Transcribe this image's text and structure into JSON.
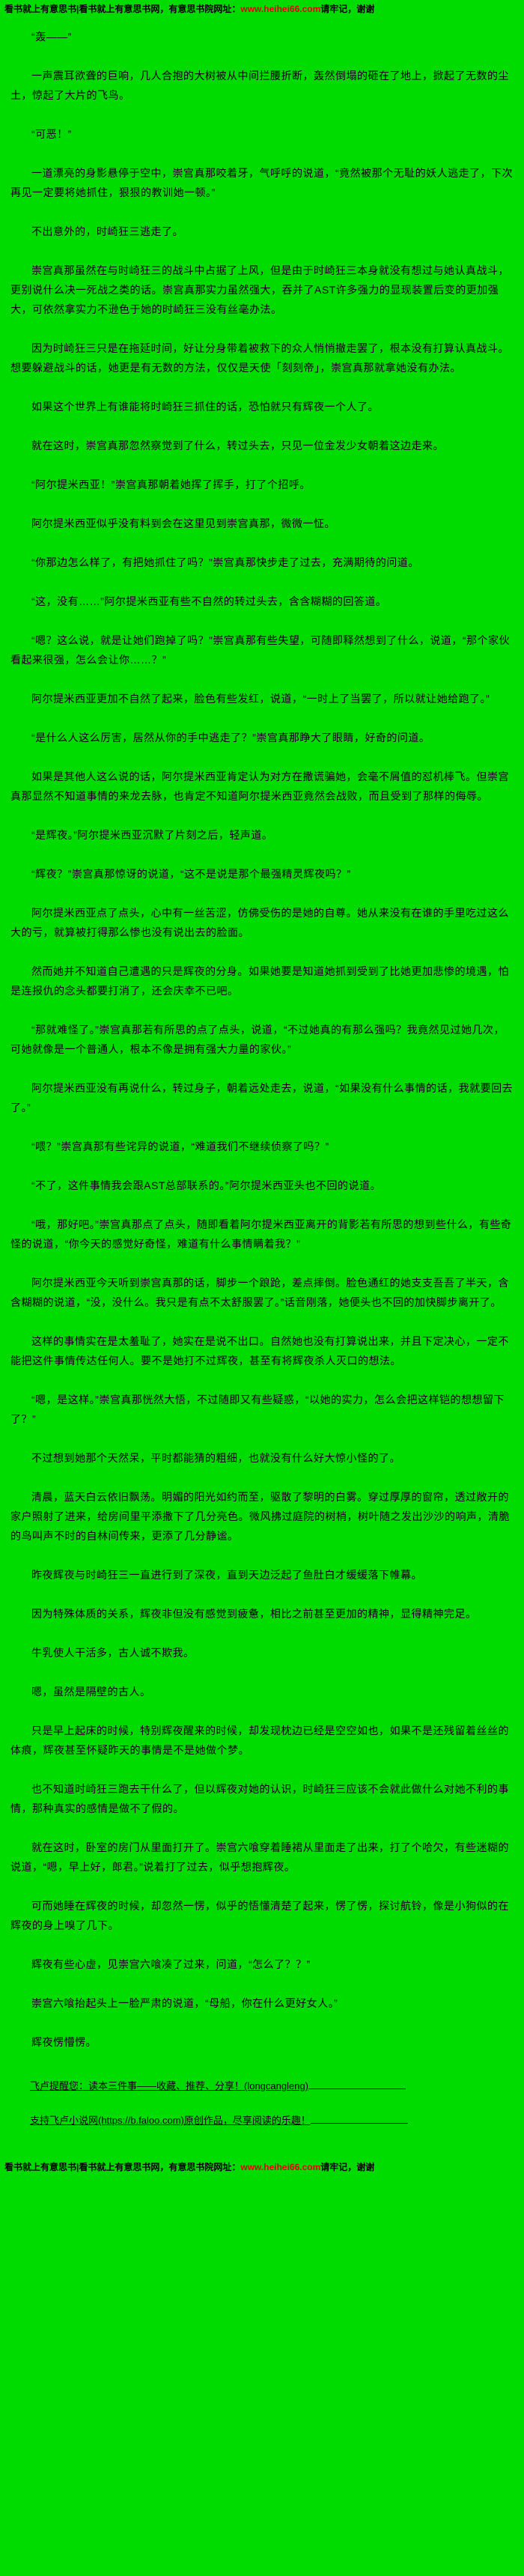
{
  "colors": {
    "background": "#00DB00",
    "text": "#000000",
    "banner_url": "#E60000"
  },
  "banner": {
    "prefix": "看书就上有意思书|看书就上有意思书网，有意思书院网址：",
    "url": "www.heihei66.com",
    "suffix": "请牢记，谢谢"
  },
  "novel": {
    "paragraphs": [
      "“轰——”",
      "一声震耳欲聋的巨响，几人合抱的大树被从中间拦腰折断，轰然倒塌的砸在了地上，掀起了无数的尘土，惊起了大片的飞鸟。",
      "“可恶！”",
      "一道漂亮的身影悬停于空中，崇宫真那咬着牙，气呼呼的说道，“竟然被那个无耻的妖人逃走了，下次再见一定要将她抓住，狠狠的教训她一顿。”",
      "不出意外的，时崎狂三逃走了。",
      "崇宫真那虽然在与时崎狂三的战斗中占据了上风，但是由于时崎狂三本身就没有想过与她认真战斗，更别说什么决一死战之类的话。崇宫真那实力虽然强大，吞并了AST许多强力的显现装置后变的更加强大，可依然拿实力不逊色于她的时崎狂三没有丝毫办法。",
      "因为时崎狂三只是在拖延时间，好让分身带着被救下的众人悄悄撤走罢了，根本没有打算认真战斗。想要躲避战斗的话，她更是有无数的方法，仅仅是天使「刻刻帝」，崇宫真那就拿她没有办法。",
      "如果这个世界上有谁能将时崎狂三抓住的话，恐怕就只有辉夜一个人了。",
      "就在这时，崇宫真那忽然察觉到了什么，转过头去，只见一位金发少女朝着这边走来。",
      "“阿尔提米西亚！”崇宫真那朝着她挥了挥手，打了个招呼。",
      "阿尔提米西亚似乎没有料到会在这里见到崇宫真那，微微一怔。",
      "“你那边怎么样了，有把她抓住了吗？”崇宫真那快步走了过去，充满期待的问道。",
      "“这，没有……”阿尔提米西亚有些不自然的转过头去，含含糊糊的回答道。",
      "“嗯？这么说，就是让她们跑掉了吗？”崇宫真那有些失望，可随即释然想到了什么，说道，“那个家伙看起来很强，怎么会让你……？”",
      "阿尔提米西亚更加不自然了起来，脸色有些发红，说道，“一时上了当罢了，所以就让她给跑了。”",
      "“是什么人这么厉害，居然从你的手中逃走了？”崇宫真那睁大了眼睛，好奇的问道。",
      "如果是其他人这么说的话，阿尔提米西亚肯定认为对方在撒谎骗她，会毫不屑值的怼机棒飞。但崇宫真那显然不知道事情的来龙去脉，也肯定不知道阿尔提米西亚竟然会战败，而且受到了那样的侮辱。",
      "“是辉夜。”阿尔提米西亚沉默了片刻之后，轻声道。",
      "“辉夜？”崇宫真那惊讶的说道，“这不是说是那个最强精灵辉夜吗？”",
      "阿尔提米西亚点了点头，心中有一丝苦涩，仿佛受伤的是她的自尊。她从来没有在谁的手里吃过这么大的亏，就算被打得那么惨也没有说出去的脸面。",
      "然而她并不知道自己遭遇的只是辉夜的分身。如果她要是知道她抓到受到了比她更加悲惨的境遇，怕是连报仇的念头都要打消了，还会庆幸不已吧。",
      "“那就难怪了。”崇宫真那若有所思的点了点头，说道，“不过她真的有那么强吗？我竟然见过她几次，可她就像是一个普通人，根本不像是拥有强大力量的家伙。”",
      "阿尔提米西亚没有再说什么，转过身子，朝着远处走去，说道，“如果没有什么事情的话，我就要回去了。”",
      "“喂？”崇宫真那有些诧异的说道，“难道我们不继续侦察了吗？”",
      "“不了，这件事情我会跟AST总部联系的。”阿尔提米西亚头也不回的说道。",
      "“哦，那好吧。”崇宫真那点了点头，随即看着阿尔提米西亚离开的背影若有所思的想到些什么，有些奇怪的说道，“你今天的感觉好奇怪，难道有什么事情瞒着我？”",
      "阿尔提米西亚今天听到崇宫真那的话，脚步一个踉跄，差点摔倒。脸色通红的她支支吾吾了半天，含含糊糊的说道，“没，没什么。我只是有点不太舒服罢了。”话音刚落，她便头也不回的加快脚步离开了。",
      "这样的事情实在是太羞耻了，她实在是说不出口。自然她也没有打算说出来，并且下定决心，一定不能把这件事情传达任何人。要不是她打不过辉夜，甚至有将辉夜杀人灭口的想法。",
      "“嗯，是这样。”崇宫真那恍然大悟，不过随即又有些疑惑，“以她的实力，怎么会把这样铠的想想留下了？”",
      "不过想到她那个天然呆，平时都能猜的粗细，也就没有什么好大惊小怪的了。",
      "清晨，蓝天白云依旧飘荡。明媚的阳光如约而至，驱散了黎明的白雾。穿过厚厚的窗帘，透过敞开的家户照射了进来，给房间里平添撒下了几分亮色。微风拂过庭院的树梢，树叶随之发出沙沙的响声，清脆的鸟叫声不时的自林间传来，更添了几分静谧。",
      "昨夜辉夜与时崎狂三一直进行到了深夜，直到天边泛起了鱼肚白才缓缓落下帷幕。",
      "因为特殊体质的关系，辉夜非但没有感觉到疲惫，相比之前甚至更加的精神，显得精神完足。",
      "牛乳使人干活多，古人诚不欺我。",
      "嗯，虽然是隔壁的古人。",
      "只是早上起床的时候，特别辉夜醒来的时候，却发现枕边已经是空空如也，如果不是还残留着丝丝的体痕，辉夜甚至怀疑昨天的事情是不是她做个梦。",
      "也不知道时崎狂三跑去干什么了，但以辉夜对她的认识，时崎狂三应该不会就此做什么对她不利的事情，那种真实的感情是做不了假的。",
      "就在这时，卧室的房门从里面打开了。崇宫六喰穿着睡裙从里面走了出来，打了个哈欠，有些迷糊的说道，“嗯，早上好，郎君。”说着打了过去，似乎想抱辉夜。",
      "可而她睡在辉夜的时候，却忽然一愣，似乎的悟懂清楚了起来，愣了愣，探讨航铃，像是小狗似的在辉夜的身上嗅了几下。",
      "辉夜有些心虚，见崇宫六喰凑了过来，问道，“怎么了？？”",
      "崇宫六喰抬起头上一脸严肃的说道，“母船，你在什么更好女人。”",
      "辉夜愣懵愣。"
    ]
  },
  "promo": {
    "reminder": "飞卢提醒您：读本三件事——收藏、推荐、分享！(longcangleng)",
    "support": "支持飞卢小说网(https://b.faloo.com)原创作品，尽享阅读的乐趣！"
  }
}
